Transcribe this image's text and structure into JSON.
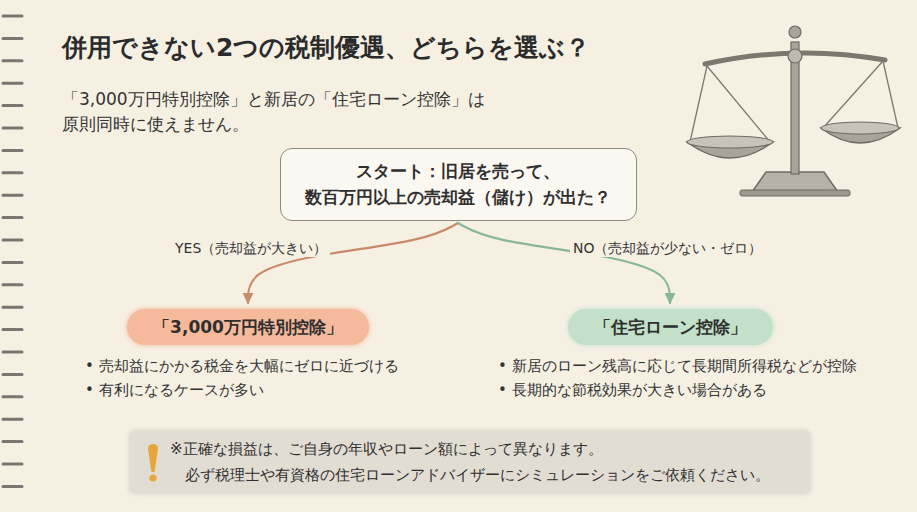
{
  "diagram": {
    "title": "併用できない2つの税制優遇、どちらを選ぶ？",
    "nodes": [
      {
        "text": [
          "スタート：旧居を売って、 数百万円以上の売却益（儲け）が出た？"
        ]
      },
      {
        "text": [
          "「3,000万円特別控除」"
        ]
      },
      {
        "text": [
          "「住宅ローン控除」"
        ]
      },
      {
        "text": [
          "※正確な損益は、ご自身の年収やローン額によって異なります。 必ず税理士や有資格の住宅ローンアドバイザーにシミュレーションをご依頼ください。"
        ]
      }
    ],
    "edges": [
      {
        "from": 0,
        "to": 1,
        "arrow": "to",
        "label": "YES（売却益が大きい）"
      },
      {
        "from": 0,
        "to": 2,
        "arrow": "to",
        "label": "NO（売却益が少ない・ゼロ）"
      }
    ],
    "labels": [
      "「3,000万円特別控除」と新居の「住宅ローン控除」は 原則同時に使えません。",
      "• 売却益にかかる税金を大幅にゼロに近づける",
      "• 有利になるケースが多い",
      "• 新居のローン残高に応じて長期間所得税などが控除",
      "• 長期的な節税効果が大きい場合がある"
    ]
  }
}
